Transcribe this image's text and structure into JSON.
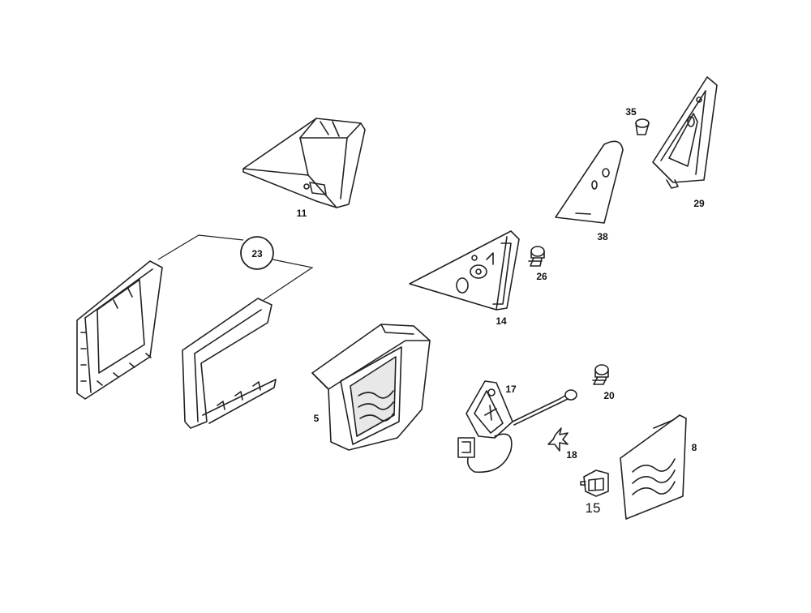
{
  "callouts": {
    "p11": "11",
    "p23": "23",
    "p5": "5",
    "p14": "14",
    "p26": "26",
    "p38": "38",
    "p35": "35",
    "p29": "29",
    "p17": "17",
    "p20": "20",
    "p18": "18",
    "p8": "8",
    "p15": "15"
  }
}
